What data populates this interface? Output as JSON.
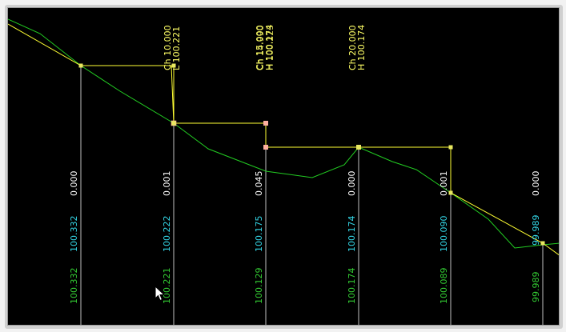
{
  "colors": {
    "background": "#000000",
    "design_line": "#ffff33",
    "ground_line": "#22cc22",
    "station_line": "#bfbfbf",
    "label_white": "#ffffff",
    "label_cyan": "#33d6e6",
    "label_green": "#33cc33",
    "label_yellow": "#ffff66",
    "vertex_fill": "#e8e860",
    "vertex_selected": "#ffb0a0"
  },
  "cursor": {
    "icon": "arrow-cursor-icon"
  },
  "header_labels": [
    {
      "line1": "Ch 10.000",
      "line2": "L 100.221"
    },
    {
      "line1": "Ch 15.000",
      "line2": "H 100.174",
      "overlap1": "Ch 14.990",
      "overlap2": "H 100.223"
    },
    {
      "line1": "Ch 20.000",
      "line2": "H 100.174"
    }
  ],
  "stations": [
    {
      "cut": "0.000",
      "design": "100.332",
      "ground": "100.332"
    },
    {
      "cut": "0.001",
      "design": "100.222",
      "ground": "100.221"
    },
    {
      "cut": "0.045",
      "design": "100.175",
      "ground": "100.129"
    },
    {
      "cut": "0.000",
      "design": "100.174",
      "ground": "100.174"
    },
    {
      "cut": "0.001",
      "design": "100.090",
      "ground": "100.089"
    },
    {
      "cut": "0.000",
      "design": "99.989",
      "ground": "99.989"
    }
  ]
}
